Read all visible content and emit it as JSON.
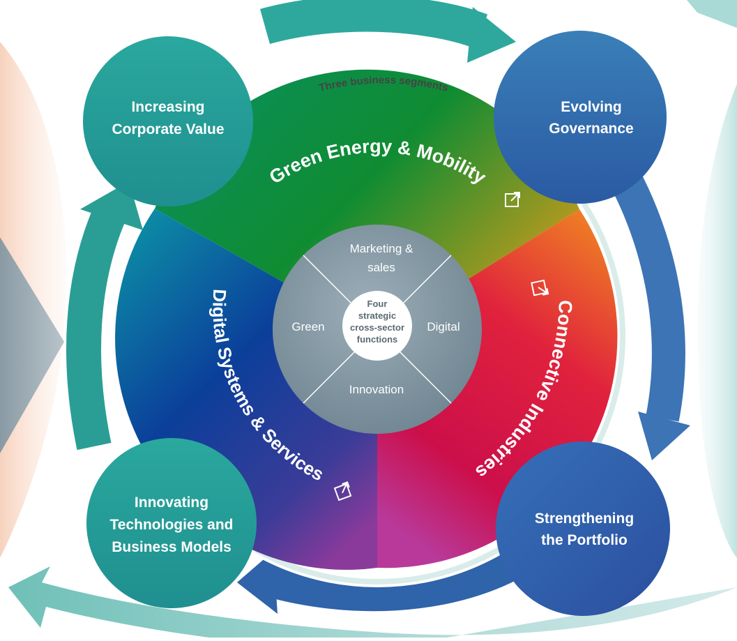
{
  "diagram": {
    "ring_label": "Three business segments",
    "center_label": [
      "Four",
      "strategic",
      "cross-sector",
      "functions"
    ],
    "functions": {
      "top": [
        "Marketing &",
        "sales"
      ],
      "left": "Green",
      "right": "Digital",
      "bottom": "Innovation"
    },
    "segments": {
      "green_energy": "Green Energy & Mobility",
      "connective": "Connective Industries",
      "digital": "Digital Systems & Services"
    },
    "nodes": {
      "corporate_value": [
        "Increasing",
        "Corporate Value"
      ],
      "governance": [
        "Evolving",
        "Governance"
      ],
      "portfolio": [
        "Strengthening",
        "the Portfolio"
      ],
      "innovating": [
        "Innovating",
        "Technologies and",
        "Business Models"
      ]
    },
    "icons": [
      "external-link-icon"
    ],
    "colors": {
      "green_segment": "#0a8a3c",
      "connective_segment": "#d4103c",
      "digital_segment": "#0b3f9a",
      "node_teal": "#2aa39a",
      "node_blue": "#2f66a8",
      "center_gray": "#8196a1"
    }
  }
}
